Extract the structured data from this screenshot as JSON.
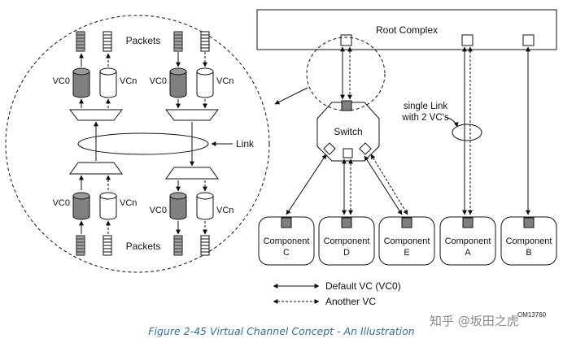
{
  "diagram": {
    "root_complex": "Root Complex",
    "switch": "Switch",
    "packets": "Packets",
    "link": "Link",
    "vc0": "VC0",
    "vcn": "VCn",
    "single_link_line1": "single Link",
    "single_link_line2": "with 2 VC's",
    "component_word": "Component",
    "components": [
      {
        "id": "c",
        "letter": "C"
      },
      {
        "id": "d",
        "letter": "D"
      },
      {
        "id": "e",
        "letter": "E"
      },
      {
        "id": "a",
        "letter": "A"
      },
      {
        "id": "b",
        "letter": "B"
      }
    ],
    "legend": {
      "default_vc": "Default VC (VC0)",
      "another_vc": "Another VC"
    },
    "figure_code": "OM13760"
  },
  "caption": "Figure  2-45 Virtual Channel Concept - An Illustration",
  "watermark": "知乎 @坂田之虎",
  "colors": {
    "caption": "#2f6f9f",
    "fill_dark": "#808080",
    "line": "#111111"
  }
}
